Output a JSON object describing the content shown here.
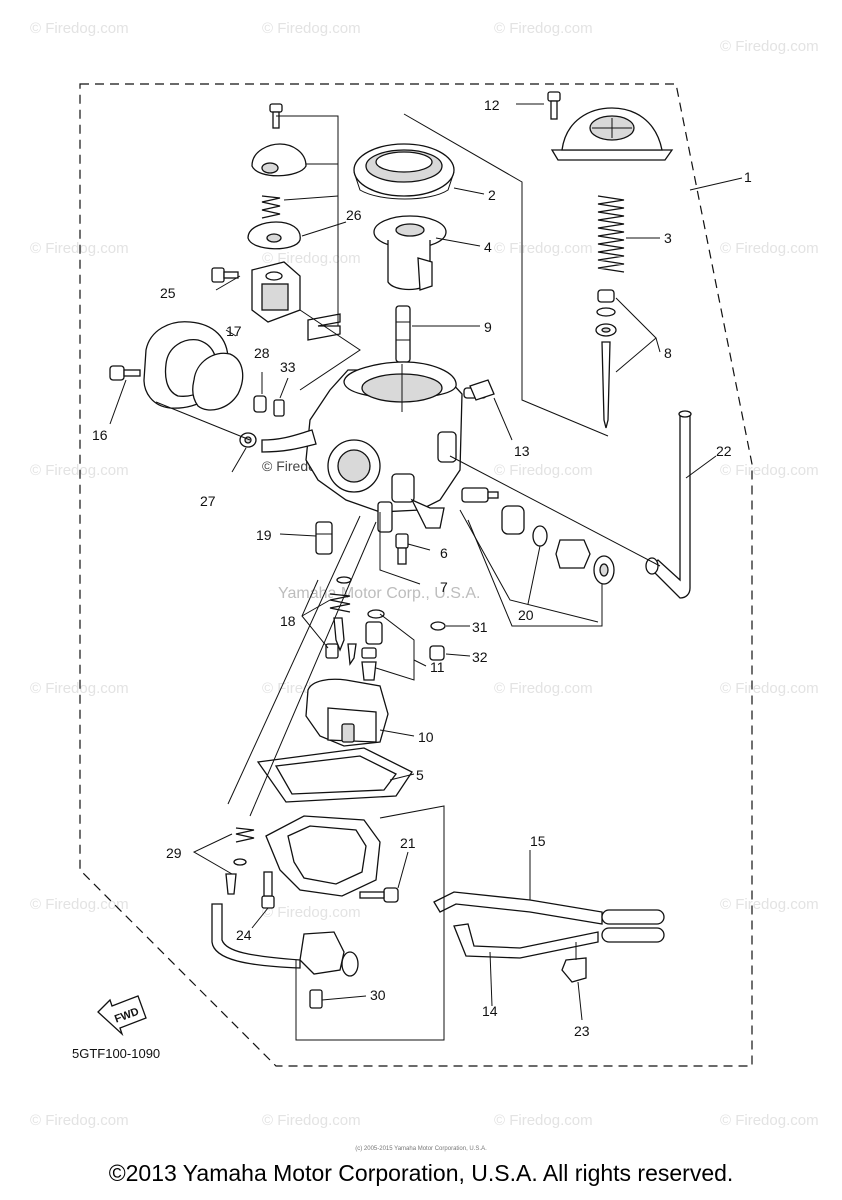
{
  "watermark": "© Firedog.com",
  "center_watermark": "Yamaha Motor Corp., U.S.A.",
  "center_firedog": "© Firedog.com",
  "diagram_code": "5GTF100-1090",
  "fwd_label": "FWD",
  "tiny_text": "(c) 2005-2015 Yamaha Motor Corporation, U.S.A.",
  "copyright": "©2013 Yamaha Motor Corporation, U.S.A. All rights reserved.",
  "callouts": [
    "1",
    "2",
    "3",
    "4",
    "5",
    "6",
    "7",
    "8",
    "9",
    "10",
    "11",
    "12",
    "13",
    "14",
    "15",
    "16",
    "17",
    "18",
    "19",
    "20",
    "21",
    "22",
    "23",
    "24",
    "25",
    "26",
    "27",
    "28",
    "29",
    "30",
    "31",
    "32",
    "33"
  ]
}
